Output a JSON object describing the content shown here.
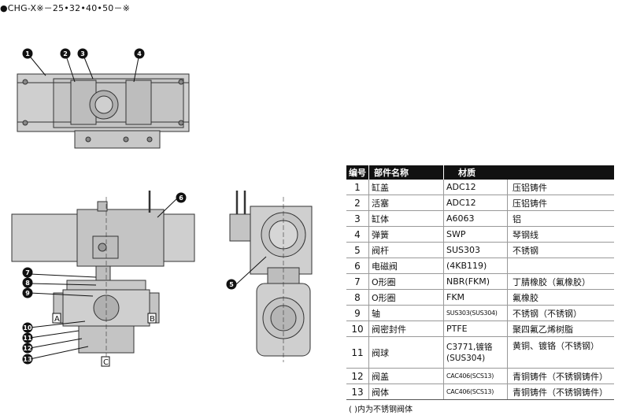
{
  "header": {
    "title": "●CHG-X※－25•32•40•50－※"
  },
  "drawing": {
    "callouts": [
      "1",
      "2",
      "3",
      "4",
      "5",
      "6",
      "7",
      "8",
      "9",
      "10",
      "11",
      "12",
      "13"
    ],
    "port_labels": {
      "a": "A",
      "b": "B",
      "c": "C"
    }
  },
  "table": {
    "headers": {
      "no": "编号",
      "name": "部件名称",
      "material": "材质"
    },
    "rows": [
      {
        "no": "1",
        "name": "缸盖",
        "code": "ADC12",
        "desc": "压铝铸件"
      },
      {
        "no": "2",
        "name": "活塞",
        "code": "ADC12",
        "desc": "压铝铸件"
      },
      {
        "no": "3",
        "name": "缸体",
        "code": "A6063",
        "desc": "铝"
      },
      {
        "no": "4",
        "name": "弹簧",
        "code": "SWP",
        "desc": "琴钢线"
      },
      {
        "no": "5",
        "name": "阀杆",
        "code": "SUS303",
        "desc": "不锈钢"
      },
      {
        "no": "6",
        "name": "电磁阀",
        "code": "(4KB119)",
        "desc": ""
      },
      {
        "no": "7",
        "name": "O形圈",
        "code": "NBR(FKM)",
        "desc": "丁腈橡胶（氟橡胶）"
      },
      {
        "no": "8",
        "name": "O形圈",
        "code": "FKM",
        "desc": "氟橡胶"
      },
      {
        "no": "9",
        "name": "轴",
        "code": "SUS303(SUS304)",
        "desc": "不锈钢（不锈钢）"
      },
      {
        "no": "10",
        "name": "阀密封件",
        "code": "PTFE",
        "desc": "聚四氟乙烯树脂"
      },
      {
        "no": "11",
        "name": "阀球",
        "code": "C3771,镀铬 (SUS304)",
        "desc": "黄铜、镀铬（不锈钢）"
      },
      {
        "no": "12",
        "name": "阀盖",
        "code": "CAC406(SCS13)",
        "desc": "青铜铸件（不锈钢铸件）"
      },
      {
        "no": "13",
        "name": "阀体",
        "code": "CAC406(SCS13)",
        "desc": "青铜铸件（不锈钢铸件）"
      }
    ],
    "footnote": "(   )内为不锈钢阀体"
  }
}
